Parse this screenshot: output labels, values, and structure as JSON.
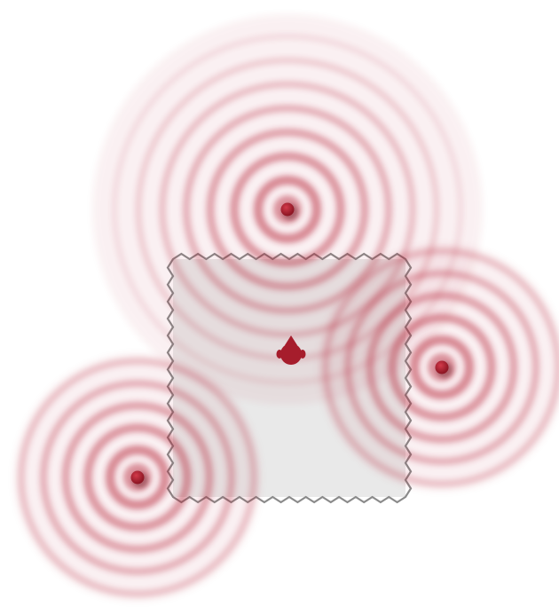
{
  "diagram": {
    "sources": [
      {
        "id": "source-top",
        "rings": 7,
        "color": "#b41e32"
      },
      {
        "id": "source-right",
        "rings": 5,
        "color": "#b41e32"
      },
      {
        "id": "source-bottom-left",
        "rings": 5,
        "color": "#b41e32"
      }
    ],
    "listener": {
      "icon": "head-icon",
      "color": "#a61d2c"
    },
    "room": {
      "fill": "#e9e9e9",
      "edge_color": "#8a8a8a",
      "edge_style": "sawtooth-absorber"
    }
  }
}
